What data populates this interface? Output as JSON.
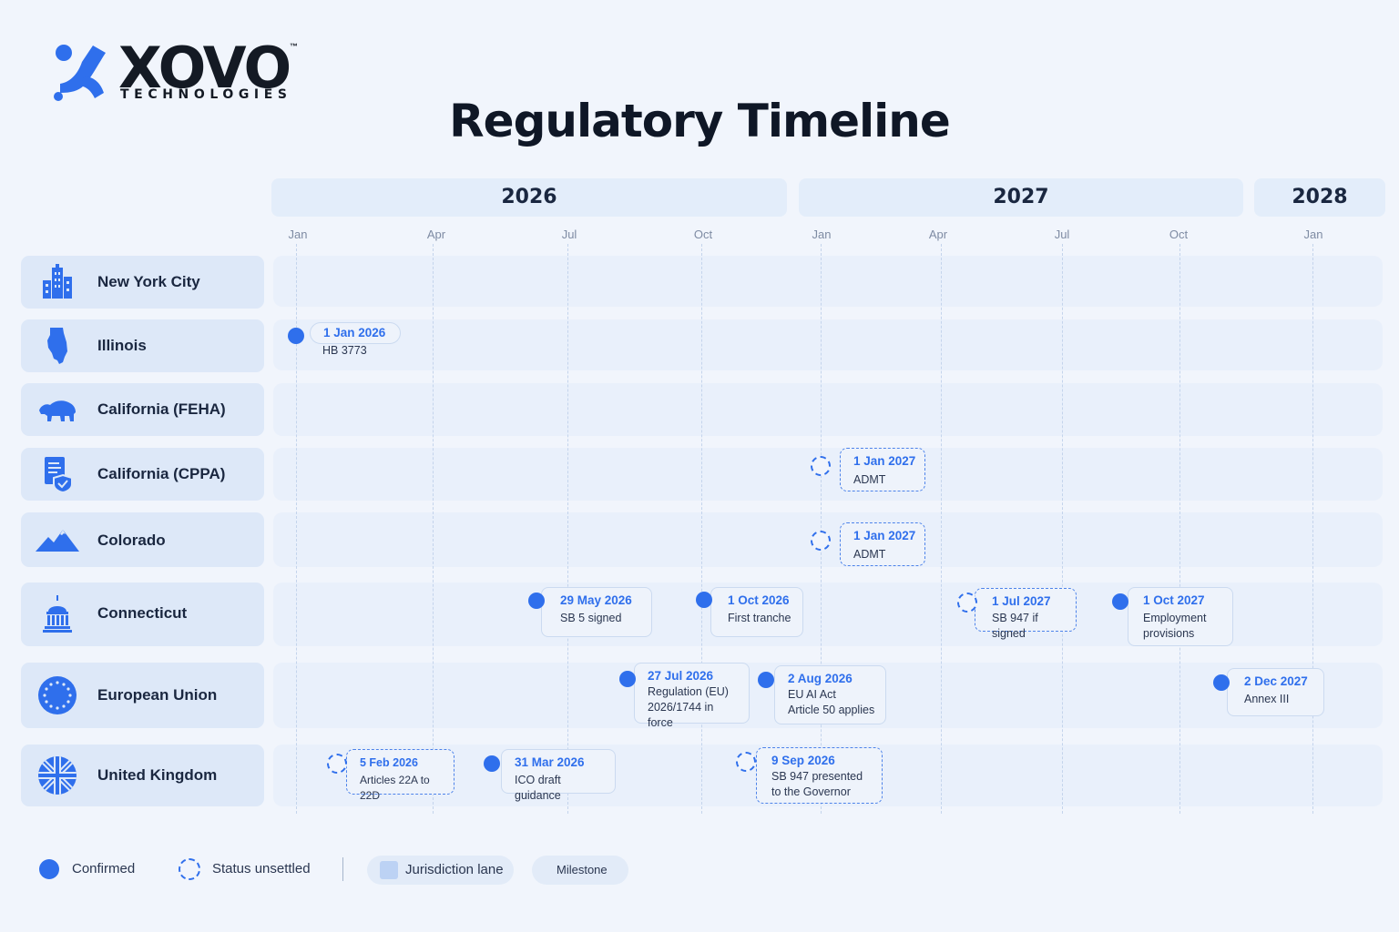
{
  "brand": {
    "name": "XOVO",
    "tagline": "TECHNOLOGIES",
    "trademark": "™",
    "accent": "#2f6fec"
  },
  "title": "Regulatory Timeline",
  "years": [
    "2026",
    "2027",
    "2028"
  ],
  "months": [
    "Jan",
    "Apr",
    "Jul",
    "Oct",
    "Jan",
    "Apr",
    "Jul",
    "Oct",
    "Jan"
  ],
  "jurisdictions": [
    {
      "label": "New York City",
      "icon": "city-buildings-icon"
    },
    {
      "label": "Illinois",
      "icon": "illinois-state-icon"
    },
    {
      "label": "California (FEHA)",
      "icon": "california-bear-icon"
    },
    {
      "label": "California (CPPA)",
      "icon": "document-shield-icon"
    },
    {
      "label": "Colorado",
      "icon": "mountains-icon"
    },
    {
      "label": "Connecticut",
      "icon": "capitol-dome-icon"
    },
    {
      "label": "European Union",
      "icon": "eu-stars-icon"
    },
    {
      "label": "United Kingdom",
      "icon": "union-jack-icon"
    }
  ],
  "milestones": [
    {
      "lane": 1,
      "status": "confirmed",
      "date": "1 Jan 2026",
      "text": "HB 3773"
    },
    {
      "lane": 3,
      "status": "unsettled",
      "date": "1 Jan 2027",
      "text": "ADMT"
    },
    {
      "lane": 4,
      "status": "unsettled",
      "date": "1 Jan 2027",
      "text": "ADMT"
    },
    {
      "lane": 5,
      "status": "confirmed",
      "date": "29 May 2026",
      "text": "SB 5 signed"
    },
    {
      "lane": 5,
      "status": "confirmed",
      "date": "1 Oct 2026",
      "text": "First tranche"
    },
    {
      "lane": 5,
      "status": "unsettled",
      "date": "1 Jul 2027",
      "text": "SB 947 if signed"
    },
    {
      "lane": 5,
      "status": "confirmed",
      "date": "1 Oct 2027",
      "text": "Employment\nprovisions"
    },
    {
      "lane": 6,
      "status": "confirmed",
      "date": "27 Jul 2026",
      "text": "Regulation (EU)\n2026/1744 in force"
    },
    {
      "lane": 6,
      "status": "confirmed",
      "date": "2 Aug 2026",
      "text": "EU AI Act\nArticle 50 applies"
    },
    {
      "lane": 6,
      "status": "confirmed",
      "date": "2 Dec 2027",
      "text": "Annex III"
    },
    {
      "lane": 7,
      "status": "unsettled",
      "date": "5 Feb 2026",
      "text": "Articles 22A to 22D"
    },
    {
      "lane": 7,
      "status": "confirmed",
      "date": "31 Mar 2026",
      "text": "ICO draft guidance"
    },
    {
      "lane": 7,
      "status": "unsettled",
      "date": "9 Sep 2026",
      "text": "SB 947 presented\nto the Governor"
    }
  ],
  "legend": {
    "confirmed": "Confirmed",
    "unsettled": "Status unsettled",
    "lane": "Jurisdiction lane",
    "milestone": "Milestone"
  }
}
